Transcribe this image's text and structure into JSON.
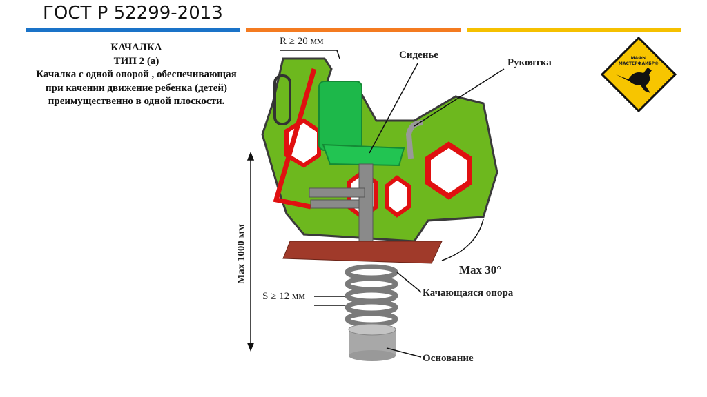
{
  "header": {
    "title": "ГОСТ Р 52299-2013",
    "bar_colors": [
      "#1a73c8",
      "#f47b20",
      "#f5c000"
    ]
  },
  "description": {
    "lines": [
      "КАЧАЛКА",
      "ТИП 2 (а)",
      "Качалка с одной опорой , обеспечивающая",
      "при качении движение ребенка (детей)",
      "преимущественно в одной плоскости."
    ]
  },
  "diagram": {
    "radius_label": "R ≥ 20 мм",
    "seat_label": "Сиденье",
    "handle_label": "Рукоятка",
    "angle_label": "Max 30°",
    "spring_label": "Качающаяся опора",
    "base_label": "Основание",
    "gap_label": "S ≥ 12 мм",
    "height_label": "Max 1000 мм"
  },
  "logo": {
    "text": "МАФЫ МАСТЕРФАЙБР®"
  }
}
